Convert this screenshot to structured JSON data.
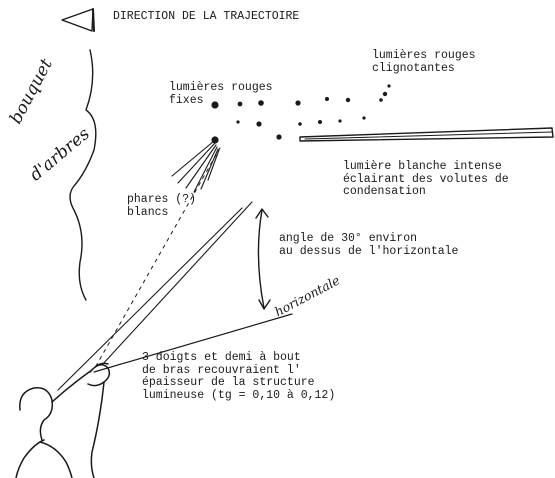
{
  "labels": {
    "direction": "DIRECTION DE LA TRAJECTOIRE",
    "red_blinking": "lumières rouges\nclignotantes",
    "red_fixed": "lumières rouges\nfixes",
    "white_light": "lumière blanche intense\néclairant des volutes de\ncondensation",
    "headlights": "phares (?)\nblancs",
    "angle": "angle de 30° environ\nau dessus de l'horizontale",
    "fingers": "3 doigts et demi à bout\nde bras recouvraient l'\népaisseur de la structure\nlumineuse (tg = 0,10 à 0,12)"
  },
  "handwritten": {
    "trees_line1": "bouquet",
    "trees_line2": "d'arbres",
    "horizontale": "horizontale"
  },
  "colors": {
    "ink": "#1a1a1a",
    "paper": "#ffffff"
  }
}
